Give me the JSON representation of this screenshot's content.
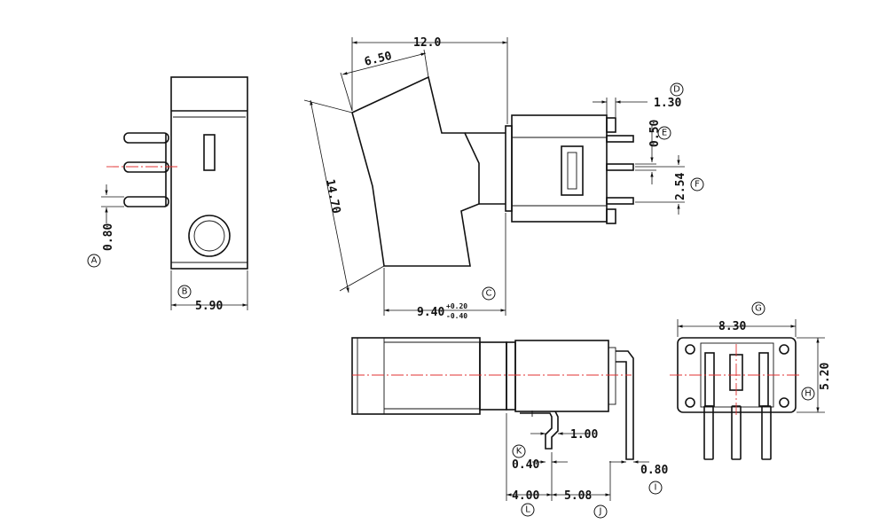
{
  "dimensions": {
    "overall_width": "12.0",
    "rocker_width": "6.50",
    "tab_thickness": "1.30",
    "pin_height": "0.50",
    "pin_pitch_vertical": "2.54",
    "rocker_length": "14.70",
    "front_pin_offset": "0.80",
    "body_width": "5.90",
    "total_length_main": "9.40",
    "total_length_tol_upper": "+0.20",
    "total_length_tol_lower": "-0.40",
    "housing_width": "8.30",
    "housing_depth": "5.20",
    "pin_bend_offset": "1.00",
    "pin_thickness_k": "0.40",
    "pin_thickness_j": "0.80",
    "spacing_l": "4.00",
    "spacing_j": "5.08"
  },
  "callouts": {
    "A": "A",
    "B": "B",
    "C": "C",
    "D": "D",
    "E": "E",
    "F": "F",
    "G": "G",
    "H": "H",
    "I": "I",
    "J": "J",
    "K": "K",
    "L": "L"
  }
}
